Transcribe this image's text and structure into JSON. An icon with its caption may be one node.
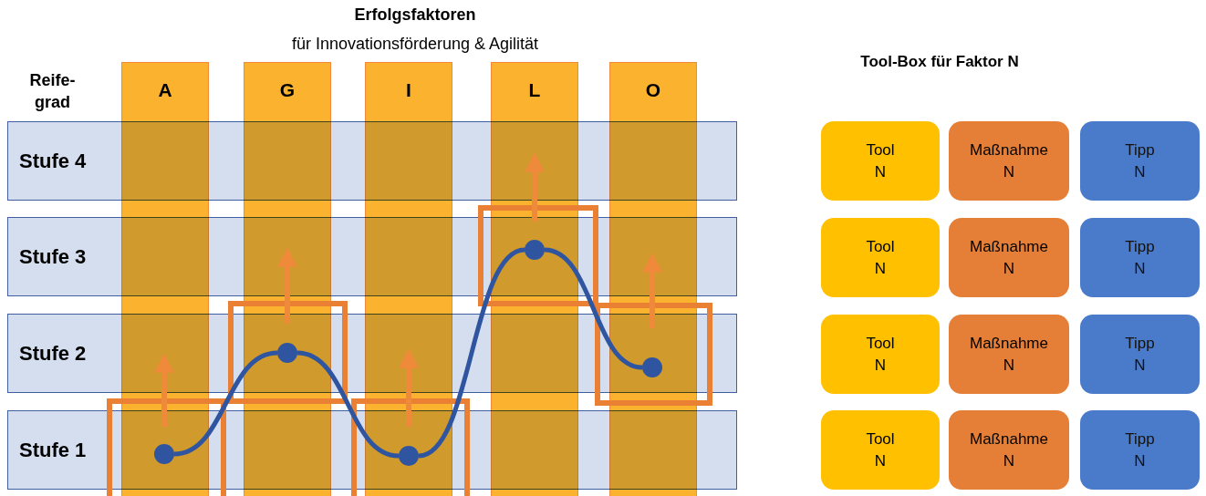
{
  "diagram": {
    "title": "Erfolgsfaktoren",
    "nodes": [
      {
        "text": [
          "A"
        ]
      },
      {
        "text": [
          "G"
        ]
      },
      {
        "text": [
          "I"
        ]
      },
      {
        "text": [
          "L"
        ]
      },
      {
        "text": [
          "O"
        ]
      },
      {
        "text": [
          "Stufe 4"
        ]
      },
      {
        "text": [
          "Stufe 3"
        ]
      },
      {
        "text": [
          "Stufe 2"
        ]
      },
      {
        "text": [
          "Stufe 1"
        ]
      },
      {
        "text": [],
        "shape": "circle"
      },
      {
        "text": [],
        "shape": "circle"
      },
      {
        "text": [],
        "shape": "circle"
      },
      {
        "text": [],
        "shape": "circle"
      },
      {
        "text": [],
        "shape": "circle"
      },
      {
        "text": [
          "Tool N"
        ]
      },
      {
        "text": [
          "Maßnahme N"
        ]
      },
      {
        "text": [
          "Tipp N"
        ]
      },
      {
        "text": [
          "Tool N"
        ]
      },
      {
        "text": [
          "Maßnahme N"
        ]
      },
      {
        "text": [
          "Tipp N"
        ]
      },
      {
        "text": [
          "Tool N"
        ]
      },
      {
        "text": [
          "Maßnahme N"
        ]
      },
      {
        "text": [
          "Tipp N"
        ]
      },
      {
        "text": [
          "Tool N"
        ]
      },
      {
        "text": [
          "Maßnahme N"
        ]
      },
      {
        "text": [
          "Tipp N"
        ]
      }
    ],
    "edges": [
      {
        "from": 9,
        "to": 10,
        "arrow": "none"
      },
      {
        "from": 10,
        "to": 11,
        "arrow": "none"
      },
      {
        "from": 11,
        "to": 12,
        "arrow": "none"
      },
      {
        "from": 12,
        "to": 13,
        "arrow": "none"
      }
    ],
    "labels": [
      "für Innovationsförderung & Agilität",
      "Reife- grad",
      "Tool-Box für Faktor N"
    ]
  }
}
